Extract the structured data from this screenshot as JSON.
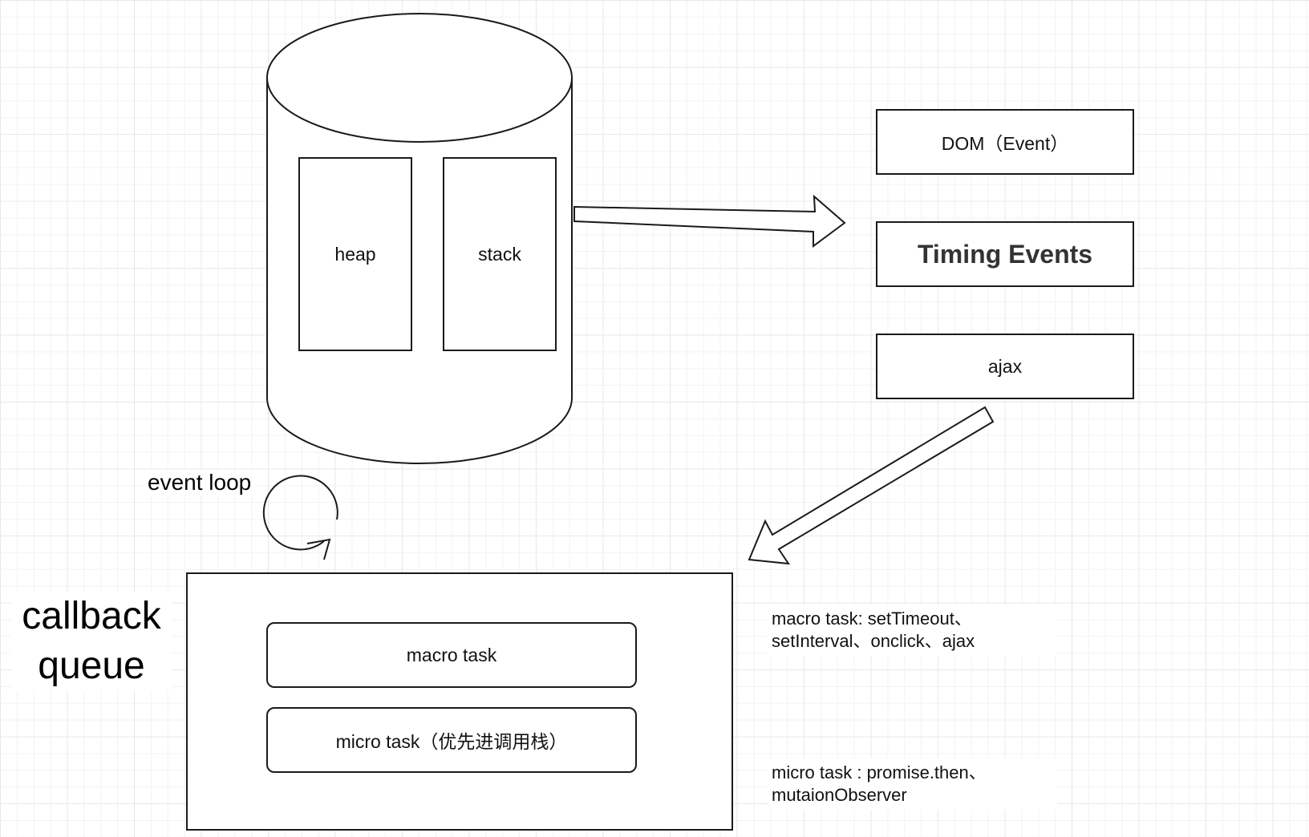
{
  "engine": {
    "heap_label": "heap",
    "stack_label": "stack"
  },
  "event_sources": {
    "dom_label": "DOM（Event）",
    "timing_label": "Timing Events",
    "ajax_label": "ajax"
  },
  "event_loop_label": "event loop",
  "callback_queue": {
    "title_line1": "callback",
    "title_line2": "queue",
    "macro_task_label": "macro task",
    "micro_task_label": "micro task（优先进调用栈）"
  },
  "notes": {
    "macro_line1": "macro task:  setTimeout、",
    "macro_line2": "setInterval、onclick、ajax",
    "micro_line1": "micro task : promise.then、",
    "micro_line2": "mutaionObserver"
  },
  "colors": {
    "stroke": "#1a1a1a",
    "grid": "#e8e8e8",
    "background": "#ffffff"
  }
}
